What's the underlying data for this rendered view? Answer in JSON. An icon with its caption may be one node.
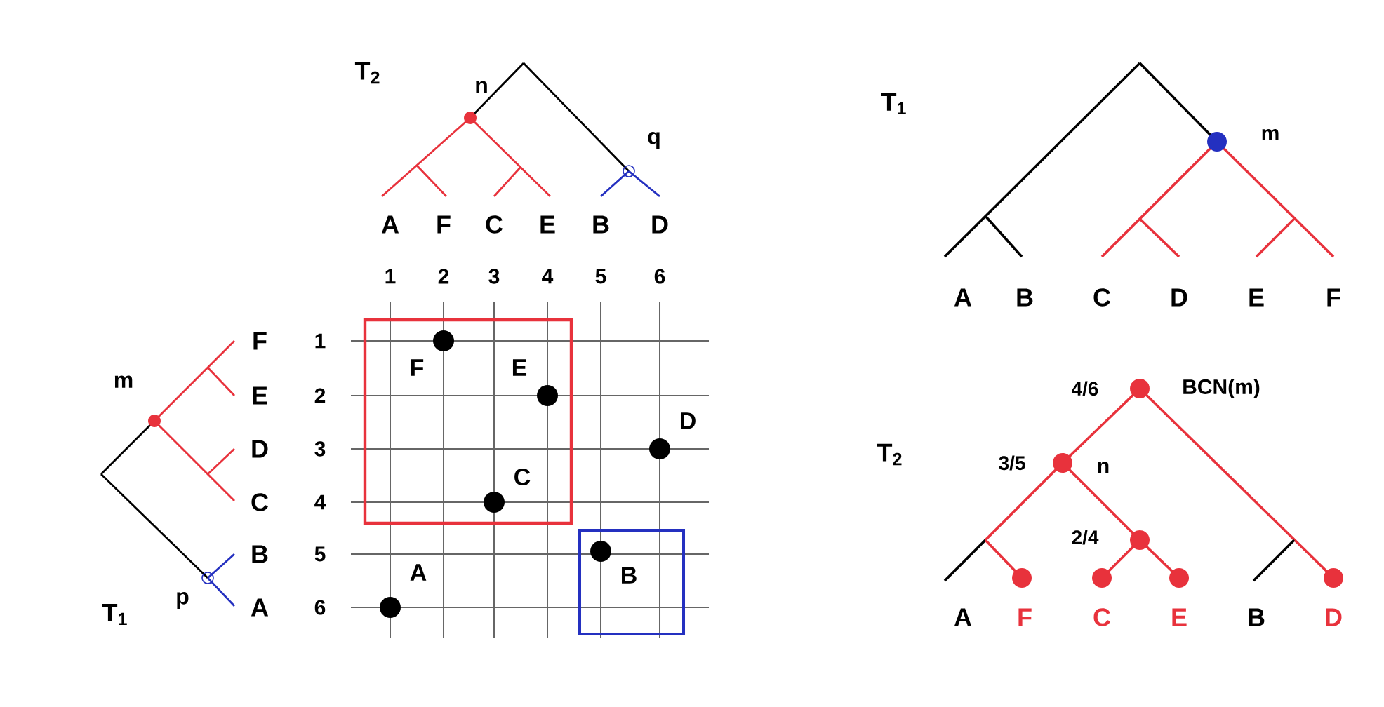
{
  "diagram": {
    "labels": [
      "T$_{2}$",
      "n",
      "T$_{1}$",
      "m",
      "q",
      "A",
      "F",
      "C",
      "E",
      "B",
      "D",
      "1",
      "2",
      "3",
      "4",
      "5",
      "6",
      "A",
      "B",
      "C",
      "D",
      "E",
      "F",
      "F",
      "1",
      "F",
      "E",
      "m",
      "E",
      "2",
      "D",
      "4/6",
      "BCN(m)",
      "D",
      "3",
      "T$_{2}$",
      "3/5",
      "n",
      "C",
      "C",
      "4",
      "2/4",
      "B",
      "5",
      "A",
      "B",
      "T$_{1}$",
      "p",
      "A",
      "6",
      "A",
      "F",
      "C",
      "E",
      "B",
      "D"
    ]
  }
}
